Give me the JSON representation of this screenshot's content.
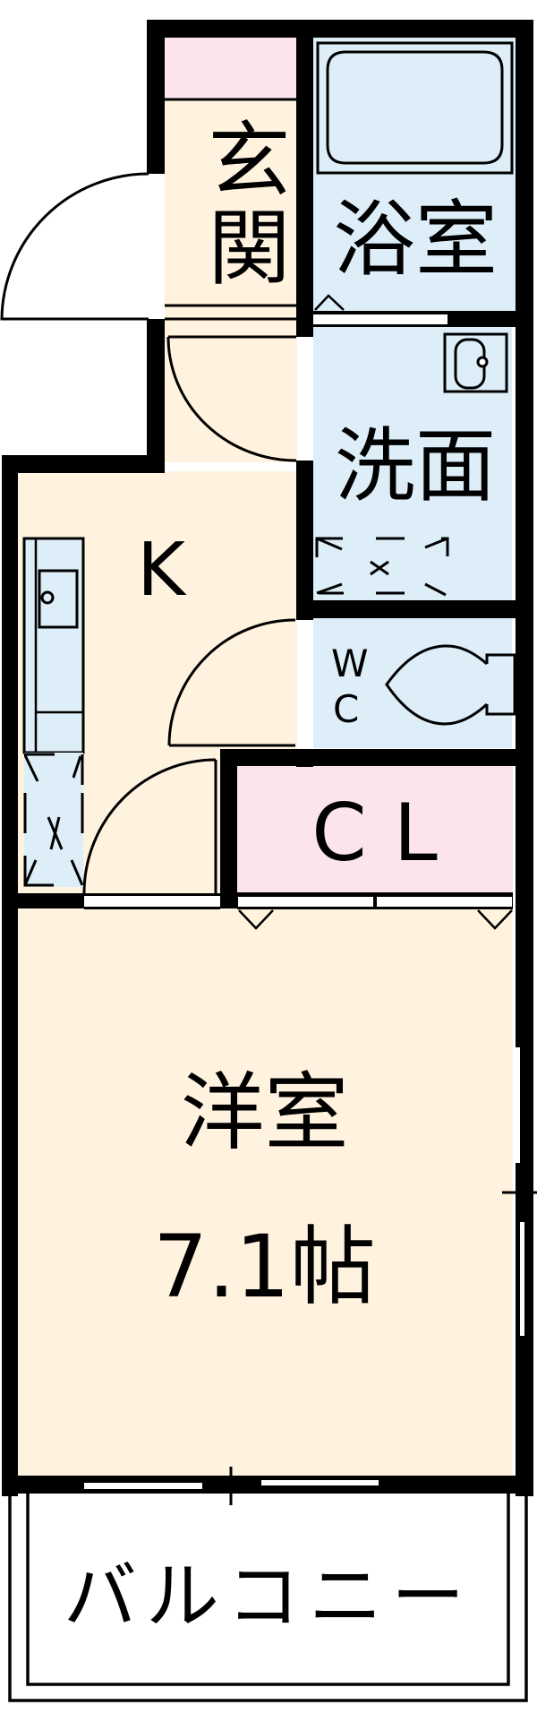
{
  "floor_plan": {
    "rooms": {
      "genkan": {
        "label": "玄関",
        "color": "#FFF3DF"
      },
      "genkan_storage": {
        "color": "#FCE4EC"
      },
      "bath": {
        "label": "浴室",
        "color": "#DDEEF9"
      },
      "washroom": {
        "label": "洗面",
        "color": "#DDEEF9"
      },
      "kitchen": {
        "label": "K",
        "color": "#FFF3DF"
      },
      "wc": {
        "label_w": "W",
        "label_c": "C",
        "color": "#DDEEF9"
      },
      "closet": {
        "label": "CL",
        "color": "#FCE4EC"
      },
      "western_room": {
        "label": "洋室",
        "size": "7.1帖",
        "color": "#FFF3DF"
      },
      "balcony": {
        "label": "バルコニー",
        "color": "#FFFFFF"
      }
    },
    "fixtures": {
      "bathtub": "bathtub-icon",
      "wash_basin": "wash-basin-icon",
      "washing_machine": "washing-machine-space-icon",
      "toilet": "toilet-icon",
      "kitchen_sink": "kitchen-sink-icon",
      "fridge_space": "fridge-space-icon"
    },
    "colors": {
      "wall": "#000000",
      "cream": "#FFF3DF",
      "blue": "#DDEEF9",
      "pink": "#FCE4EC"
    }
  }
}
